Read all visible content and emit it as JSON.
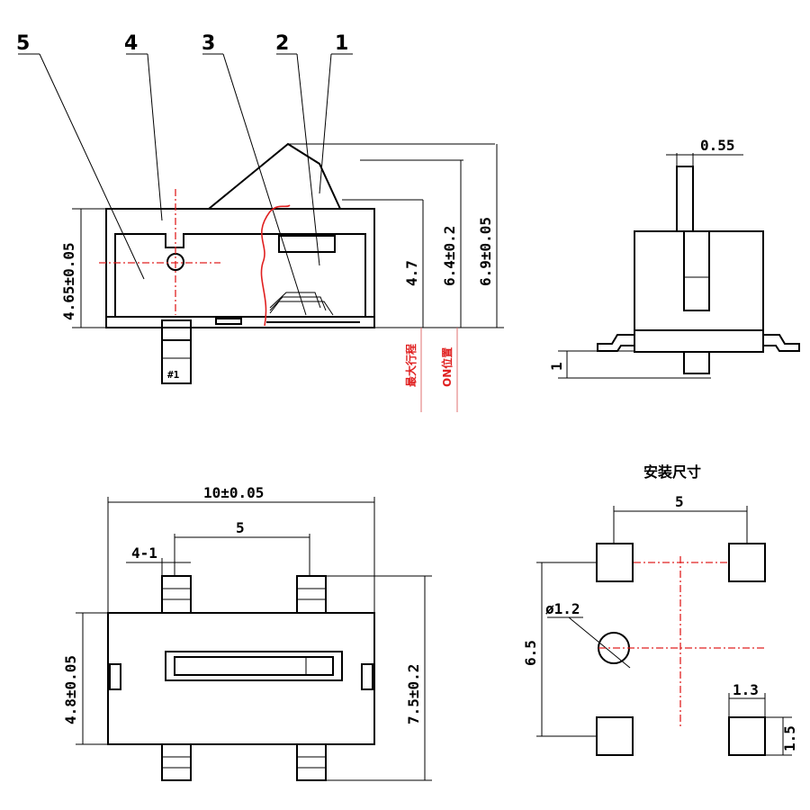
{
  "callouts": [
    "5",
    "4",
    "3",
    "2",
    "1"
  ],
  "side_view": {
    "dim_height_body": "4.65±0.05",
    "dim_travel": "4.7",
    "dim_on": "6.4±0.2",
    "dim_total": "6.9±0.05",
    "pin_label": "#1",
    "label_max_travel": "最大行程",
    "label_on_position": "ON位置"
  },
  "end_view": {
    "dim_pin_width": "0.55",
    "dim_standoff": "1"
  },
  "top_view": {
    "dim_length": "10±0.05",
    "dim_pitch": "5",
    "dim_pin": "4-1",
    "dim_width": "4.8±0.05",
    "dim_span": "7.5±0.2"
  },
  "footprint": {
    "title": "安装尺寸",
    "dim_pitch": "5",
    "dim_row": "6.5",
    "dim_hole": "ø1.2",
    "dim_pad_w": "1.3",
    "dim_pad_h": "1.5"
  }
}
